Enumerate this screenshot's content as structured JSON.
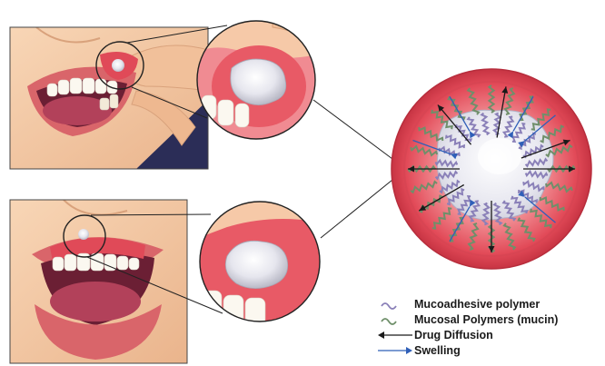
{
  "legend": {
    "items": [
      {
        "label": "Mucoadhesive polymer",
        "marker": "wavy-line",
        "color": "#8a80b8"
      },
      {
        "label": "Mucosal Polymers (mucin)",
        "marker": "wavy-line",
        "color": "#6f8f6a"
      },
      {
        "label": "Drug Diffusion",
        "marker": "arrow-left",
        "color": "#1a1a1a"
      },
      {
        "label": "Swelling",
        "marker": "arrow-right",
        "color": "#2f5fb8"
      }
    ]
  },
  "colors": {
    "skin": "#f4c7a1",
    "skin_shadow": "#e3a77f",
    "lip": "#d9656a",
    "gum": "#e04a58",
    "mouth_dark": "#6b1f34",
    "tongue": "#b2415a",
    "teeth": "#fbf8f0",
    "ulcer": "#e8e8ee",
    "mucosa_ring": "#e5545f",
    "ulcer_center": "#ececf4",
    "polymer": "#8a80b8",
    "mucin": "#6f8f6a",
    "drug_arrow": "#1a1a1a",
    "swelling_arrow": "#2f5fb8",
    "background_dark": "#2b2d57"
  }
}
